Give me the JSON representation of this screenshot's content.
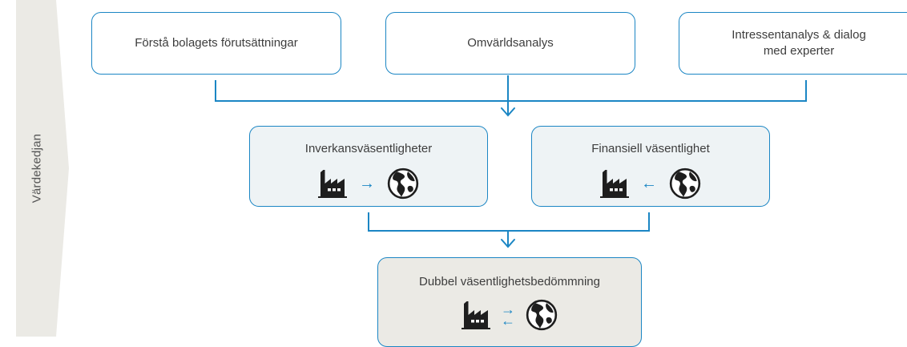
{
  "sidebar": {
    "label": "Värdekedjan"
  },
  "top_boxes": [
    {
      "label": "Förstå bolagets förutsättningar"
    },
    {
      "label": "Omvärldsanalys"
    },
    {
      "label_line1": "Intressentanalys & dialog",
      "label_line2": "med experter"
    }
  ],
  "middle_boxes": [
    {
      "label": "Inverkansväsentligheter",
      "arrow": "→"
    },
    {
      "label": "Finansiell väsentlighet",
      "arrow": "←"
    }
  ],
  "bottom_box": {
    "label": "Dubbel väsentlighetsbedömmning",
    "arrow_top": "→",
    "arrow_bottom": "←"
  },
  "icons": {
    "factory": "factory-icon",
    "globe": "globe-icon"
  },
  "colors": {
    "accent": "#1b86c4",
    "sidebar": "#ebeae5",
    "dark": "#1e1e1e",
    "mid_fill": "#eef3f5"
  }
}
